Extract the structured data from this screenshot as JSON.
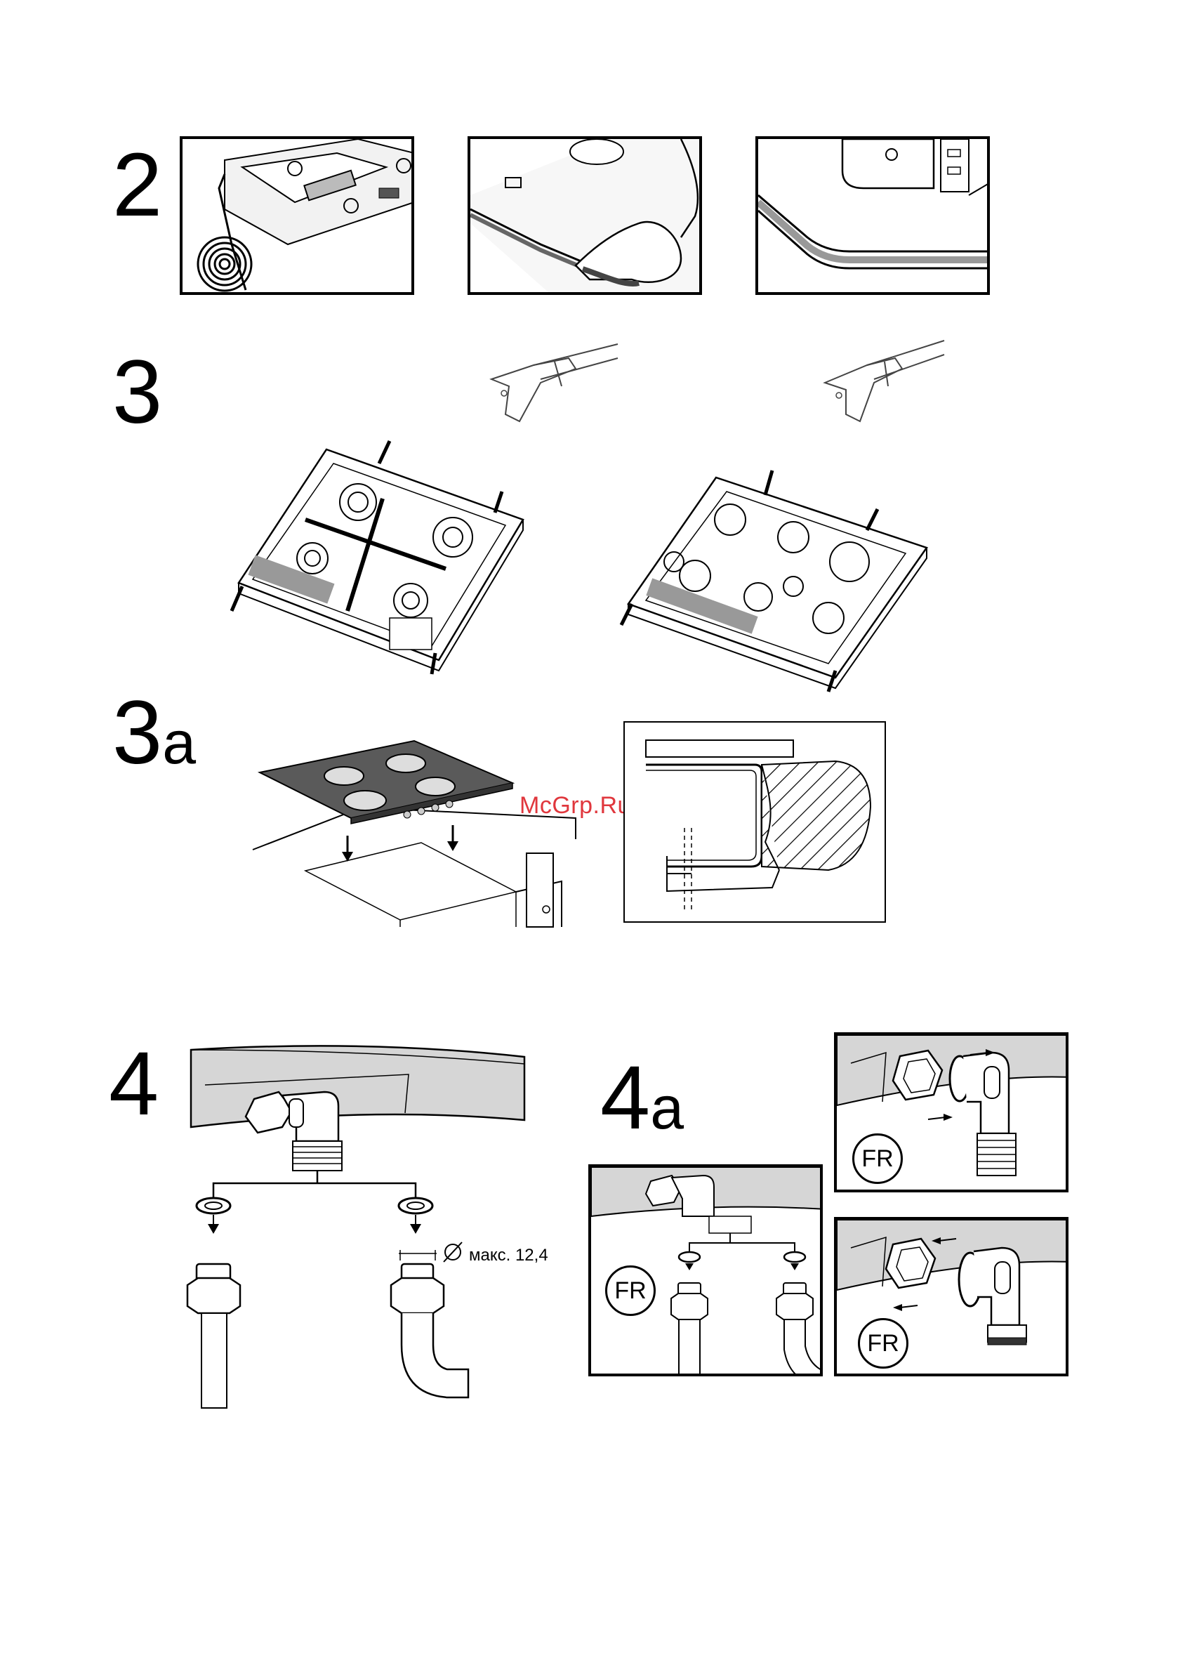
{
  "steps": {
    "s2": {
      "num": "2"
    },
    "s3": {
      "num": "3"
    },
    "s3a": {
      "num": "3",
      "sub": "a"
    },
    "s4": {
      "num": "4"
    },
    "s4a": {
      "num": "4",
      "sub": "a"
    }
  },
  "watermark": "McGrp.Ru",
  "dimension_label": "макс. 12,4",
  "fr_badge": "FR"
}
